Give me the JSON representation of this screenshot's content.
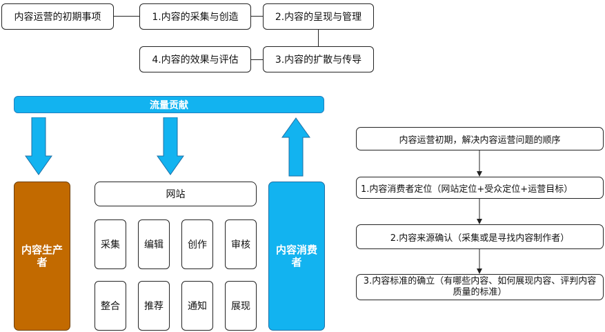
{
  "flow_top": {
    "start": "内容运营的初期事项",
    "step1": "1.内容的采集与创造",
    "step2": "2.内容的呈现与管理",
    "step3": "3.内容的扩散与传导",
    "step4": "4.内容的效果与评估"
  },
  "banner": "流量贡献",
  "producer": "内容生产者",
  "consumer": "内容消费者",
  "website": "网站",
  "functions": [
    "采集",
    "编辑",
    "创作",
    "审核",
    "整合",
    "推荐",
    "通知",
    "展现"
  ],
  "sequence": {
    "title": "内容运营初期，解决内容运营问题的顺序",
    "items": [
      "1.内容消费者定位（网站定位+受众定位+运营目标）",
      "2.内容来源确认（采集或是寻找内容制作者）",
      "3.内容标准的确立（有哪些内容、如何展现内容、评判内容质量的标准）"
    ]
  },
  "colors": {
    "banner_blue": "#12b3f0",
    "producer_brown": "#c26a00",
    "consumer_blue": "#12b3f0"
  }
}
